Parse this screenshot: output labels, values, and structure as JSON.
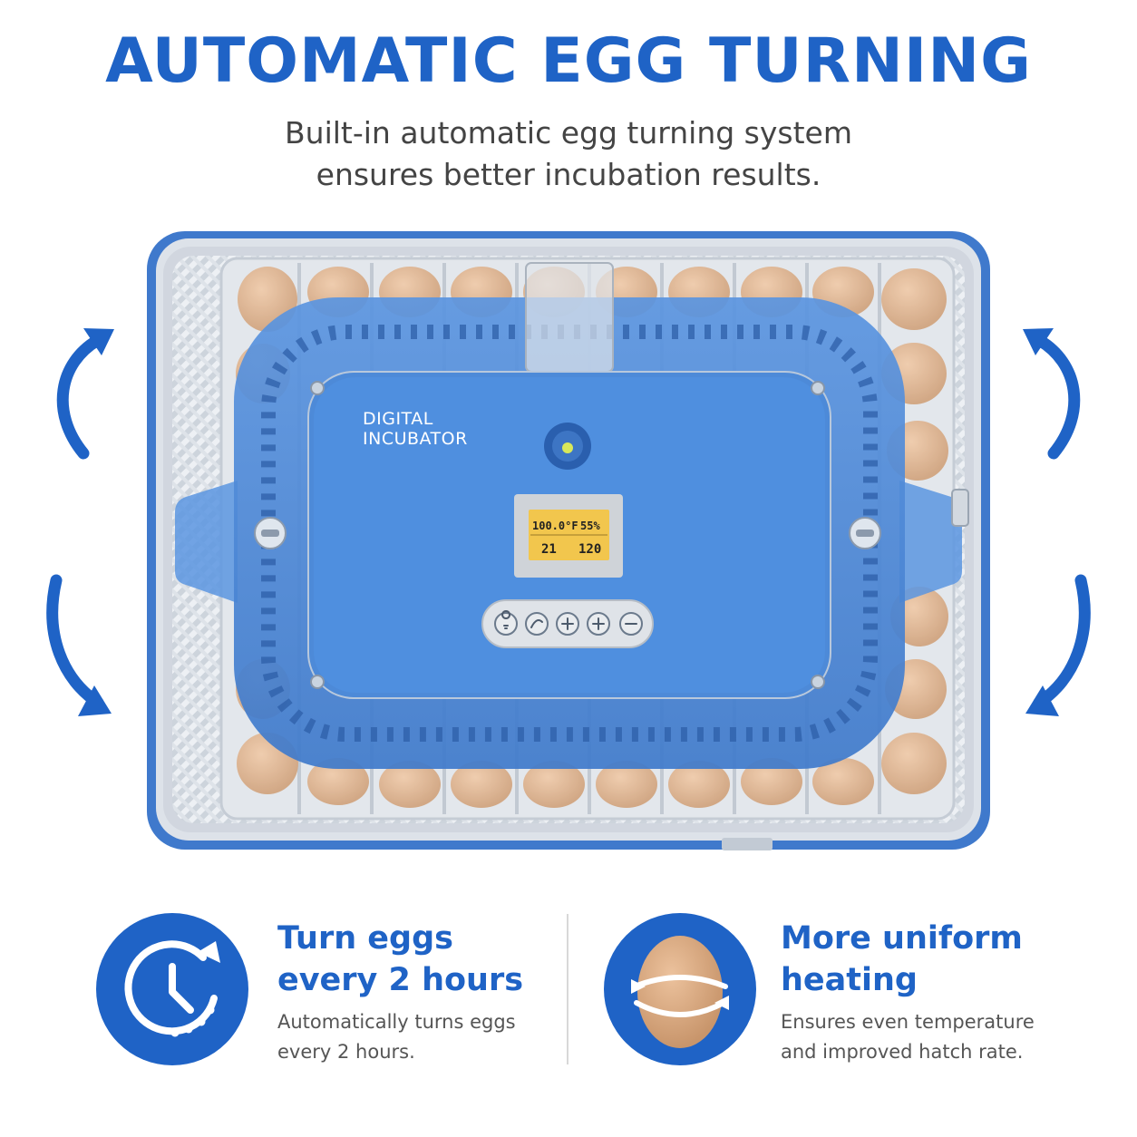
{
  "header": {
    "title": "AUTOMATIC EGG TURNING",
    "subtitle_line1": "Built-in automatic egg turning system",
    "subtitle_line2": "ensures better incubation results."
  },
  "device": {
    "brand_line1": "DIGITAL",
    "brand_line2": "INCUBATOR",
    "lcd": {
      "temperature": "100.0°F",
      "humidity": "55%",
      "day": "21",
      "turn_time": "120"
    },
    "buttons": [
      "bulb-icon",
      "turn-icon",
      "fan-icon",
      "plus-icon",
      "minus-icon"
    ]
  },
  "features": [
    {
      "icon": "clock-icon",
      "title_line1": "Turn eggs",
      "title_line2": "every 2 hours",
      "desc_line1": "Automatically turns eggs",
      "desc_line2": "every 2 hours."
    },
    {
      "icon": "egg-icon",
      "title_line1": "More uniform",
      "title_line2": "heating",
      "desc_line1": "Ensures even temperature",
      "desc_line2": "and improved hatch rate."
    }
  ],
  "colors": {
    "brand_blue": "#1f63c6",
    "device_blue": "#4a86d6",
    "egg": "#d8a881",
    "lcd_backlight": "#f2c64d"
  }
}
